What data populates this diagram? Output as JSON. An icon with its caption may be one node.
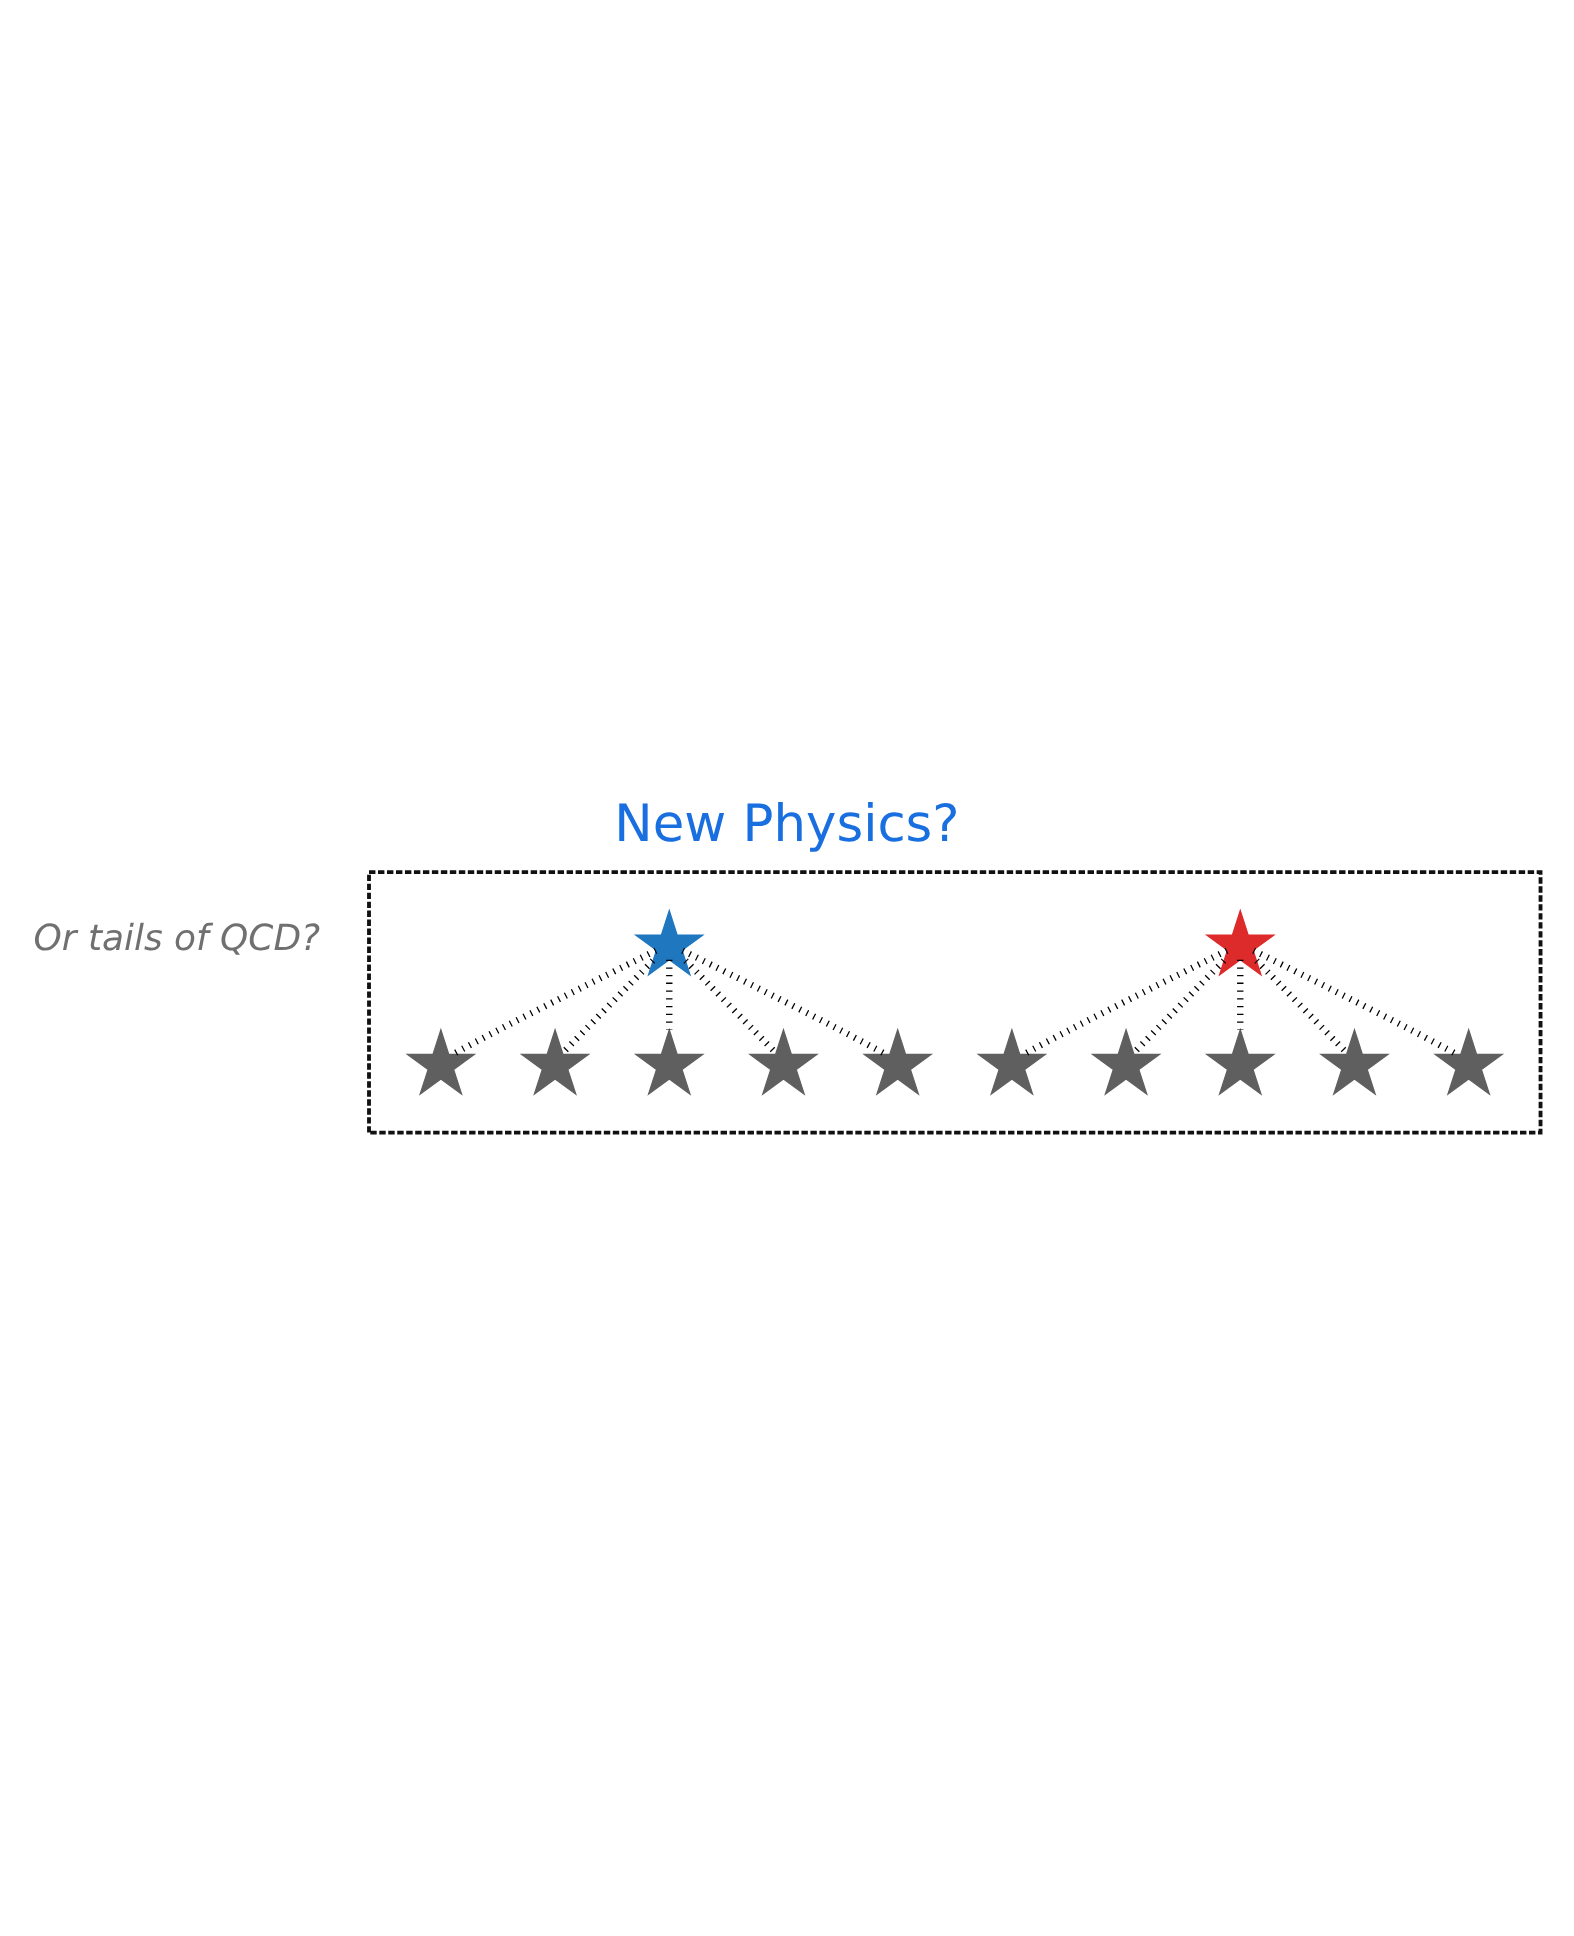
{
  "diagram": {
    "title": "New Physics?",
    "nodes": [
      {
        "text": [],
        "shape": "box"
      },
      {
        "text": [],
        "shape": "star",
        "in": 0
      },
      {
        "text": [],
        "shape": "star",
        "in": 0
      },
      {
        "text": [],
        "shape": "star",
        "in": 0
      },
      {
        "text": [],
        "shape": "star",
        "in": 0
      },
      {
        "text": [],
        "shape": "star",
        "in": 0
      },
      {
        "text": [],
        "shape": "star",
        "in": 0
      },
      {
        "text": [],
        "shape": "star",
        "in": 0
      },
      {
        "text": [],
        "shape": "star",
        "in": 0
      },
      {
        "text": [],
        "shape": "star",
        "in": 0
      },
      {
        "text": [],
        "shape": "star",
        "in": 0
      },
      {
        "text": [],
        "shape": "star",
        "in": 0
      },
      {
        "text": [],
        "shape": "star",
        "in": 0
      }
    ],
    "edges": [
      {
        "from": 4,
        "to": 1,
        "arrow": "none",
        "style": "dashed"
      },
      {
        "from": 4,
        "to": 2,
        "arrow": "none",
        "style": "dashed"
      },
      {
        "from": 4,
        "to": 3,
        "arrow": "none",
        "style": "dashed"
      },
      {
        "from": 4,
        "to": 7,
        "arrow": "none",
        "style": "dashed"
      },
      {
        "from": 4,
        "to": 8,
        "arrow": "none",
        "style": "dashed"
      },
      {
        "from": 12,
        "to": 5,
        "arrow": "none",
        "style": "dashed"
      },
      {
        "from": 12,
        "to": 6,
        "arrow": "none",
        "style": "dashed"
      },
      {
        "from": 12,
        "to": 9,
        "arrow": "none",
        "style": "dashed"
      },
      {
        "from": 12,
        "to": 10,
        "arrow": "none",
        "style": "dashed"
      },
      {
        "from": 12,
        "to": 11,
        "arrow": "none",
        "style": "dashed"
      }
    ],
    "labels": [
      "Or tails of QCD?"
    ]
  }
}
